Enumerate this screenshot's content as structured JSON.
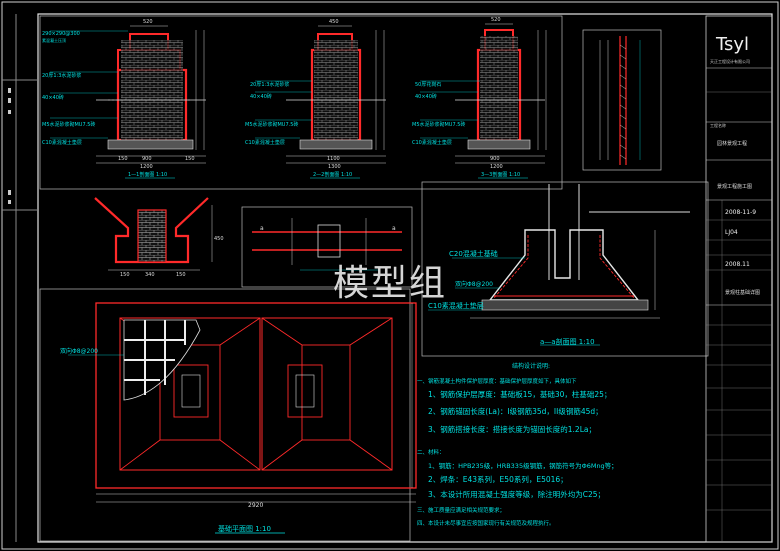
{
  "title_block": {
    "logo": "Tsyl",
    "logo_sub": "天正工程设计有限公司",
    "rows": [
      "2008-11-9",
      "LJ04",
      "2008.11"
    ],
    "project_label": "工程名称",
    "project_value": "园林景观工程",
    "drawing_label": "景观柱基础详图"
  },
  "sections": {
    "s1_title": "1—1剖面图 1:10",
    "s2_title": "2—2剖面图 1:10",
    "s3_title": "3—3剖面图 1:10",
    "s1_labels": [
      "290×290@300",
      "20厚1:3水泥砂浆",
      "40×40砖",
      "M5水泥砂浆砌MU7.5砖",
      "C10素混凝土垫层"
    ],
    "s2_labels": [
      "20厚1:3水泥砂浆",
      "40×40砖",
      "M5水泥砂浆砌MU7.5砖",
      "C10素混凝土垫层"
    ],
    "s3_labels": [
      "50厚花岗石",
      "40×40砖",
      "M5水泥砂浆砌MU7.5砖",
      "C10素混凝土垫层"
    ],
    "dims_top": [
      "520",
      "450",
      "520"
    ],
    "dims_bottom": [
      "900",
      "1100",
      "900"
    ]
  },
  "detail_right": {
    "c20": "C20混凝土基础",
    "rebar": "双向Φ8@200",
    "c10": "C10素混凝土垫层",
    "section_title": "a—a剖面图 1:10"
  },
  "plan": {
    "title": "基础平面图 1:10",
    "rebar_note": "双向Φ8@200",
    "bottom_dim": "2920"
  },
  "notes": {
    "heading": "结构设计说明:",
    "lines": [
      "一、钢筋混凝土构件保护层厚度：基础保护层厚度如下，具体如下",
      "1、钢筋保护层厚度：基础板15，基础30，柱基础25；",
      "2、钢筋锚固长度(La)：I级钢筋35d，II级钢筋45d；",
      "3、钢筋搭接长度：搭接长度为锚固长度的1.2La；",
      "二、材料：",
      "1、钢筋：HPB235级，HRB335级钢筋，钢筋符号为Φ6Mng等；",
      "2、焊条：E43系列，E50系列，E5016；",
      "3、本设计所用混凝土强度等级，除注明外均为C25；",
      "三、施工质量应满足相关规范要求；",
      "四、本设计未尽事宜应按国家现行有关规范及规程执行。"
    ]
  },
  "watermark": "模型组"
}
